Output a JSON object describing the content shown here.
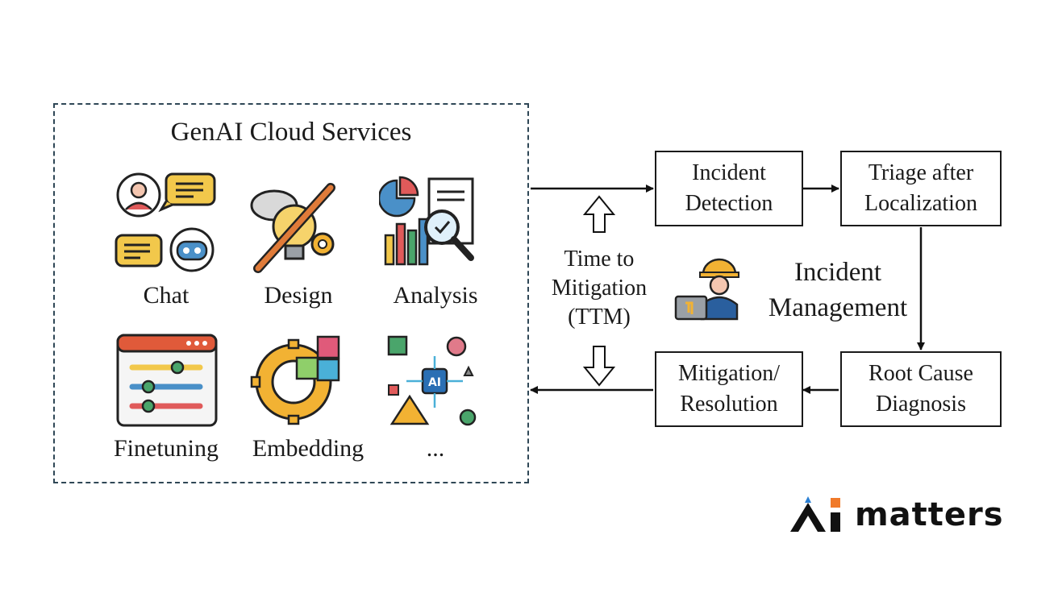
{
  "services": {
    "title": "GenAI Cloud Services",
    "items": [
      {
        "label": "Chat",
        "icon": "chat-bubbles-icon"
      },
      {
        "label": "Design",
        "icon": "design-lightbulb-pencil-icon"
      },
      {
        "label": "Analysis",
        "icon": "analysis-chart-magnifier-icon"
      },
      {
        "label": "Finetuning",
        "icon": "finetuning-sliders-icon"
      },
      {
        "label": "Embedding",
        "icon": "embedding-gear-puzzle-icon"
      },
      {
        "label": "...",
        "icon": "ai-chip-shapes-icon"
      }
    ]
  },
  "ttm": {
    "label": "Time to\nMitigation\n(TTM)"
  },
  "incident_management": {
    "label": "Incident\nManagement",
    "icon": "engineer-worker-icon"
  },
  "flow": {
    "detection": "Incident\nDetection",
    "triage": "Triage after\nLocalization",
    "root_cause": "Root Cause\nDiagnosis",
    "mitigation": "Mitigation/\nResolution"
  },
  "logo": {
    "text": "matters",
    "mark": "Ai",
    "accent_blue": "#2a7fd4",
    "accent_orange": "#f07a2a"
  }
}
